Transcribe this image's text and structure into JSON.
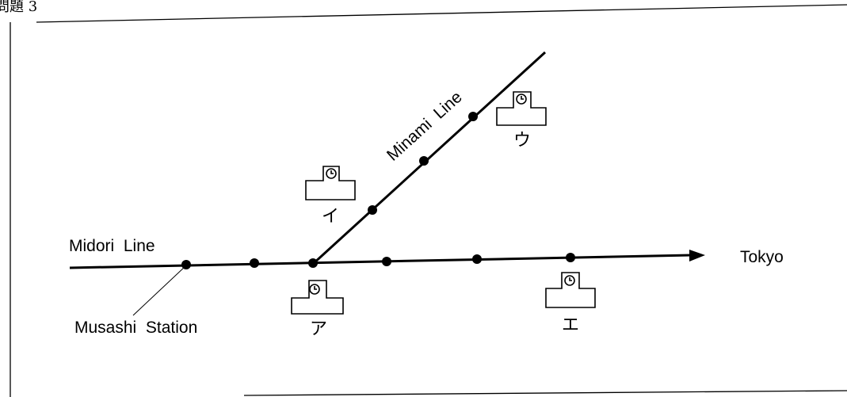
{
  "header": {
    "title": "問題 3"
  },
  "lines": {
    "midori": {
      "label": "Midori  Line"
    },
    "minami": {
      "label": "Minami  Line"
    },
    "destination": "Tokyo"
  },
  "stations": {
    "musashi": {
      "label": "Musashi  Station"
    }
  },
  "candidates": [
    {
      "id": "a",
      "label": "ア"
    },
    {
      "id": "i",
      "label": "イ"
    },
    {
      "id": "u",
      "label": "ウ"
    },
    {
      "id": "e",
      "label": "エ"
    }
  ]
}
